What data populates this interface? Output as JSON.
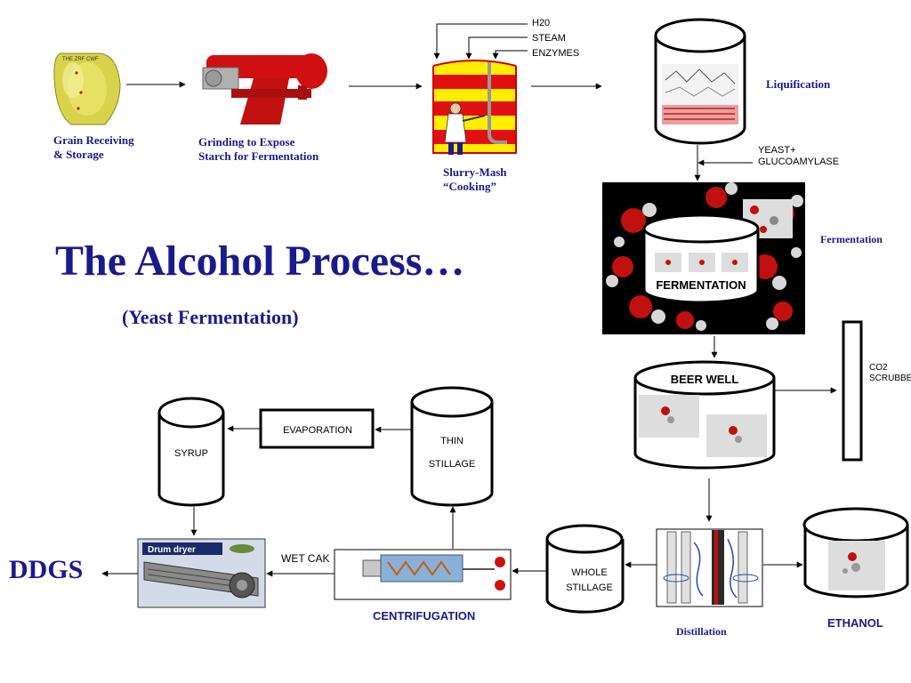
{
  "title": "The Alcohol Process…",
  "subtitle": "(Yeast Fermentation)",
  "steps": {
    "grain_receiving": "Grain Receiving\n& Storage",
    "grinding": "Grinding to Expose\nStarch for Fermentation",
    "slurry": "Slurry-Mash\n“Cooking”",
    "liquification": "Liquification",
    "fermentation": "Fermentation",
    "distillation": "Distillation",
    "centrifugation": "CENTRIFUGATION",
    "ethanol": "ETHANOL",
    "ddgs": "DDGS"
  },
  "inputs": {
    "h20": "H20",
    "steam": "STEAM",
    "enzymes": "ENZYMES",
    "yeast": "YEAST+\nGLUCOAMYLASE"
  },
  "vessels": {
    "fermentation_tank": "FERMENTATION",
    "beer_well": "BEER WELL",
    "co2": "CO2\nSCRUBBE",
    "thin_stillage": "THIN\n\nSTILLAGE",
    "evaporation": "EVAPORATION",
    "syrup": "SYRUP",
    "whole_stillage": "WHOLE\nSTILLAGE",
    "wet_cake": "WET CAK"
  },
  "photo_text": {
    "grain_tag": "THE ZRF CWF",
    "dryer_brand": "Drum dryer"
  },
  "colors": {
    "navy": "#1a1a8c",
    "red": "#cc0000",
    "yellow": "#ffee00"
  }
}
